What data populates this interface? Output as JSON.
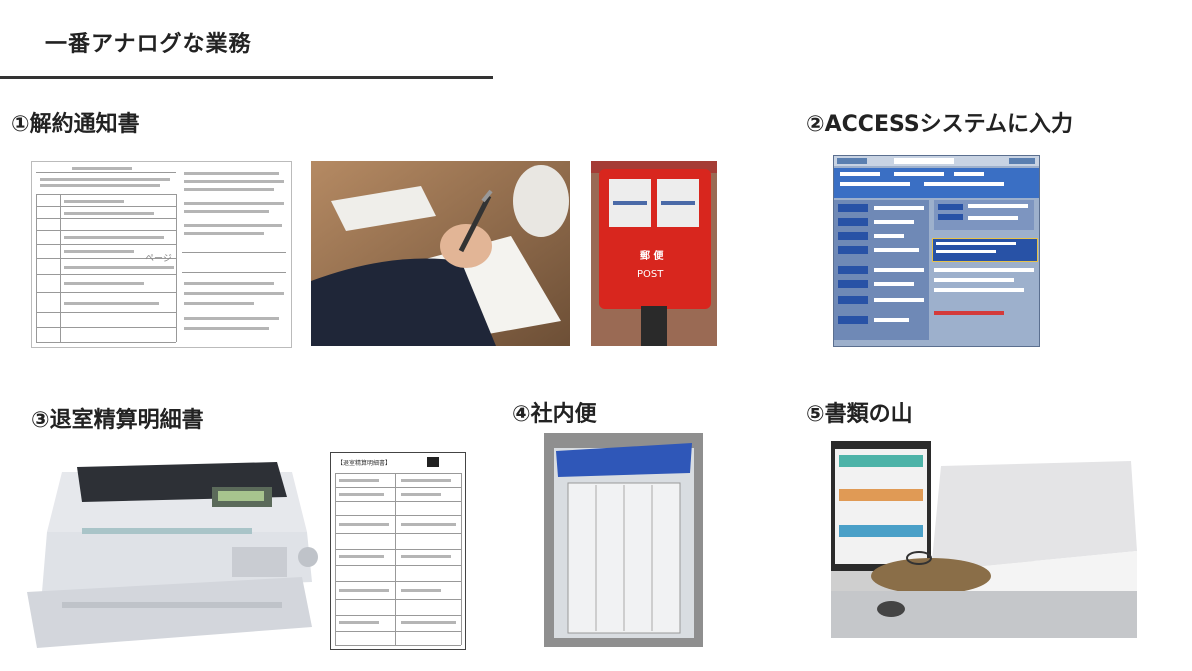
{
  "title": "一番アナログな業務",
  "sections": {
    "s1": "①解約通知書",
    "s2": "②ACCESSシステムに入力",
    "s3": "③退室精算明細書",
    "s4": "④社内便",
    "s5": "⑤書類の山"
  },
  "images": {
    "form_page_label": "ページ",
    "postbox_top_sign": "郵 便",
    "postbox_post": "POST",
    "statement_header": "【退室精算明細書】"
  }
}
